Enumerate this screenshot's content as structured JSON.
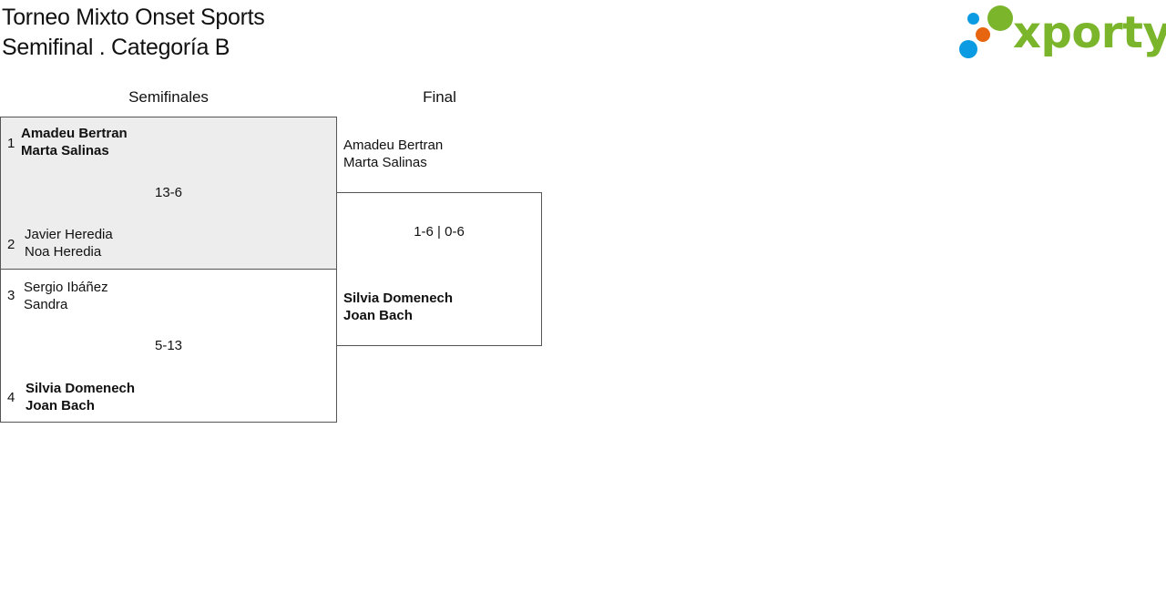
{
  "header": {
    "title_line1": "Torneo Mixto Onset Sports",
    "title_line2": "Semifinal . Categoría B"
  },
  "logo": {
    "text": "xporty",
    "colors": {
      "green": "#7ab52b",
      "blue": "#0a9be3",
      "orange": "#e8650f"
    }
  },
  "columns": {
    "semis": "Semifinales",
    "final": "Final"
  },
  "semifinals": [
    {
      "top": {
        "seed": "1",
        "player1": "Amadeu Bertran",
        "player2": "Marta Salinas",
        "winner": true
      },
      "score": "13-6",
      "bottom": {
        "seed": "2",
        "player1": "Javier Heredia",
        "player2": "Noa Heredia",
        "winner": false
      },
      "highlighted": true
    },
    {
      "top": {
        "seed": "3",
        "player1": "Sergio Ibáñez",
        "player2": "Sandra",
        "winner": false
      },
      "score": "5-13",
      "bottom": {
        "seed": "4",
        "player1": "Silvia Domenech",
        "player2": "Joan Bach",
        "winner": true
      },
      "highlighted": false
    }
  ],
  "final": {
    "top": {
      "player1": "Amadeu Bertran",
      "player2": "Marta Salinas",
      "winner": false
    },
    "score": "1-6 | 0-6",
    "bottom": {
      "player1": "Silvia Domenech",
      "player2": "Joan Bach",
      "winner": true
    }
  }
}
